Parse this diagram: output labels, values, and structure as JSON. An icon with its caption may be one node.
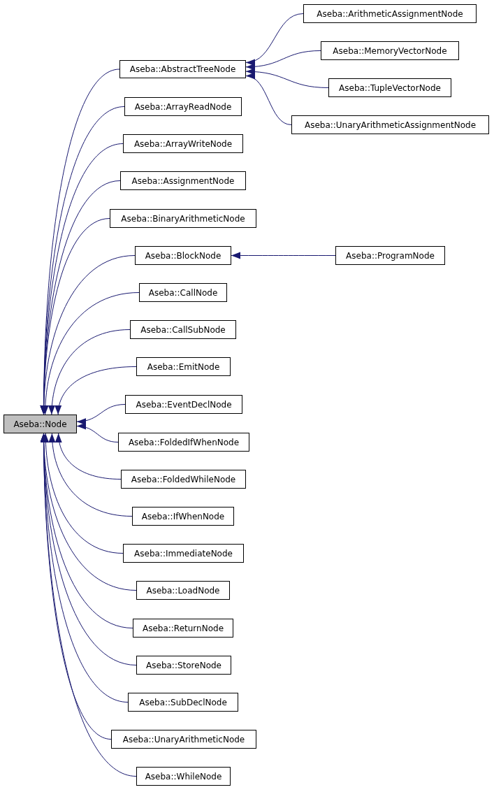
{
  "diagram": {
    "nodes": [
      {
        "text": [
          "Aseba::ArithmeticAssignmentNode"
        ]
      },
      {
        "text": [
          "Aseba::MemoryVectorNode"
        ]
      },
      {
        "text": [
          "Aseba::AbstractTreeNode"
        ]
      },
      {
        "text": [
          "Aseba::TupleVectorNode"
        ]
      },
      {
        "text": [
          "Aseba::ArrayReadNode"
        ]
      },
      {
        "text": [
          "Aseba::UnaryArithmeticAssignmentNode"
        ]
      },
      {
        "text": [
          "Aseba::ArrayWriteNode"
        ]
      },
      {
        "text": [
          "Aseba::AssignmentNode"
        ]
      },
      {
        "text": [
          "Aseba::BinaryArithmeticNode"
        ]
      },
      {
        "text": [
          "Aseba::BlockNode"
        ]
      },
      {
        "text": [
          "Aseba::ProgramNode"
        ]
      },
      {
        "text": [
          "Aseba::CallNode"
        ]
      },
      {
        "text": [
          "Aseba::CallSubNode"
        ]
      },
      {
        "text": [
          "Aseba::EmitNode"
        ]
      },
      {
        "text": [
          "Aseba::EventDeclNode"
        ]
      },
      {
        "text": [
          "Aseba::Node"
        ]
      },
      {
        "text": [
          "Aseba::FoldedIfWhenNode"
        ]
      },
      {
        "text": [
          "Aseba::FoldedWhileNode"
        ]
      },
      {
        "text": [
          "Aseba::IfWhenNode"
        ]
      },
      {
        "text": [
          "Aseba::ImmediateNode"
        ]
      },
      {
        "text": [
          "Aseba::LoadNode"
        ]
      },
      {
        "text": [
          "Aseba::ReturnNode"
        ]
      },
      {
        "text": [
          "Aseba::StoreNode"
        ]
      },
      {
        "text": [
          "Aseba::SubDeclNode"
        ]
      },
      {
        "text": [
          "Aseba::UnaryArithmeticNode"
        ]
      },
      {
        "text": [
          "Aseba::WhileNode"
        ]
      }
    ],
    "edges": [
      {
        "from": 0,
        "to": 2,
        "arrow": "to"
      },
      {
        "from": 1,
        "to": 2,
        "arrow": "to"
      },
      {
        "from": 3,
        "to": 2,
        "arrow": "to"
      },
      {
        "from": 5,
        "to": 2,
        "arrow": "to"
      },
      {
        "from": 10,
        "to": 9,
        "arrow": "to"
      },
      {
        "from": 2,
        "to": 15,
        "arrow": "to"
      },
      {
        "from": 4,
        "to": 15,
        "arrow": "to"
      },
      {
        "from": 6,
        "to": 15,
        "arrow": "to"
      },
      {
        "from": 7,
        "to": 15,
        "arrow": "to"
      },
      {
        "from": 8,
        "to": 15,
        "arrow": "to"
      },
      {
        "from": 9,
        "to": 15,
        "arrow": "to"
      },
      {
        "from": 11,
        "to": 15,
        "arrow": "to"
      },
      {
        "from": 12,
        "to": 15,
        "arrow": "to"
      },
      {
        "from": 13,
        "to": 15,
        "arrow": "to"
      },
      {
        "from": 14,
        "to": 15,
        "arrow": "to"
      },
      {
        "from": 16,
        "to": 15,
        "arrow": "to"
      },
      {
        "from": 17,
        "to": 15,
        "arrow": "to"
      },
      {
        "from": 18,
        "to": 15,
        "arrow": "to"
      },
      {
        "from": 19,
        "to": 15,
        "arrow": "to"
      },
      {
        "from": 20,
        "to": 15,
        "arrow": "to"
      },
      {
        "from": 21,
        "to": 15,
        "arrow": "to"
      },
      {
        "from": 22,
        "to": 15,
        "arrow": "to"
      },
      {
        "from": 23,
        "to": 15,
        "arrow": "to"
      },
      {
        "from": 24,
        "to": 15,
        "arrow": "to"
      },
      {
        "from": 25,
        "to": 15,
        "arrow": "to"
      }
    ]
  }
}
